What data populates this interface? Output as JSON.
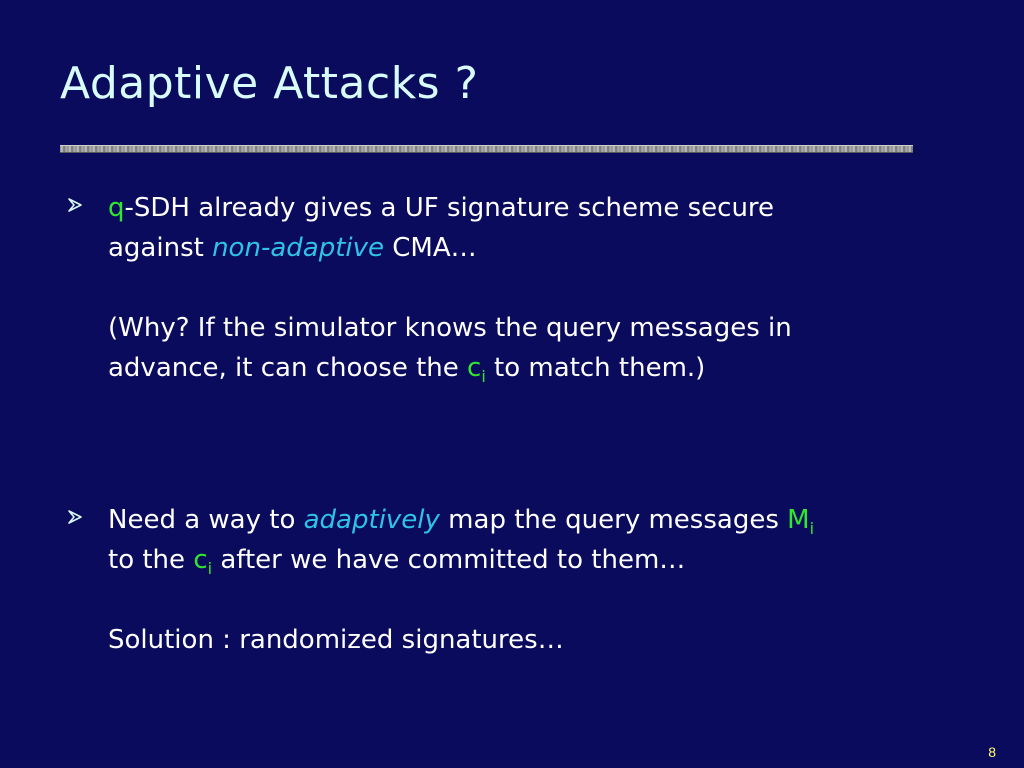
{
  "slide": {
    "title": "Adaptive Attacks ?",
    "page_number": "8",
    "colors": {
      "background": "#0b0b5e",
      "title": "#d8fbfb",
      "emphasis_green": "#2ee82e",
      "emphasis_cyan": "#2ec3e8",
      "page_number": "#ffff66"
    },
    "bullet1": {
      "q": "q",
      "line1_rest": "-SDH already gives a UF signature scheme secure",
      "line2_pre": "against ",
      "non_adaptive": "non-adaptive",
      "line2_post": " CMA…",
      "why_line1": "(Why?  If the simulator knows the query messages in",
      "why_line2_pre": "advance, it can choose the ",
      "c": "c",
      "i": "i",
      "why_line2_post": " to match them.)"
    },
    "bullet2": {
      "line1_pre": "Need a way to ",
      "adaptively": "adaptively",
      "line1_post": " map the query messages ",
      "M": "M",
      "i1": "i",
      "line2_pre": "to the ",
      "c": "c",
      "i2": "i",
      "line2_post": " after we have committed to them…",
      "solution": "Solution : randomized signatures…"
    },
    "bullet_icon": "chevron-arrow-icon"
  }
}
